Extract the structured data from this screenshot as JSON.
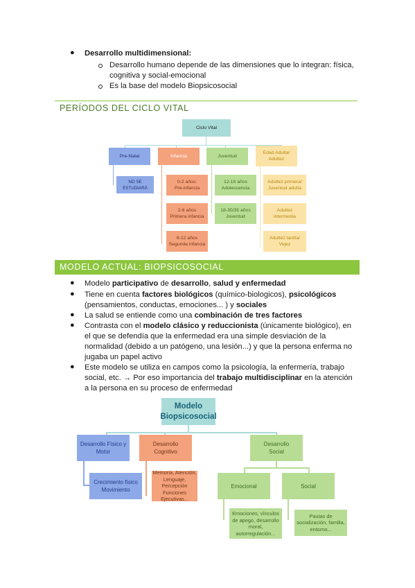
{
  "intro": {
    "bullet_title": "Desarrollo multidimensional:",
    "sub1_l1": "Desarrollo humano depende de las dimensiones que lo integran: física,",
    "sub1_l2": "cognitiva y social-emocional",
    "sub2": "Es la base del modelo Biopsicosocial"
  },
  "periodos": {
    "heading": "PERÍODOS DEL CICLO VITAL",
    "root": "Ciclo Vital",
    "prenatal": "Pre-Natal",
    "no_se": "NO SE ESTUDIARÁ",
    "infancia": "Infancia",
    "inf1_a": "0-2 años:",
    "inf1_b": "Pre-infancia",
    "inf2_a": "2-6 años",
    "inf2_b": "Primera infancia",
    "inf3_a": "6-12 años",
    "inf3_b": "Segunda infancia",
    "juventud": "Juventud",
    "juv1_a": "12-18 años",
    "juv1_b": "Adolescencia",
    "juv2_a": "18-30/35 años",
    "juv2_b": "Juventud",
    "adulta_a": "Edad Adulta/",
    "adulta_b": "Adultez",
    "ad1_a": "Adultez primera/",
    "ad1_b": "Juventud adulta",
    "ad2_a": "Adultez",
    "ad2_b": "intermedia",
    "ad3_a": "Adultez tardía/",
    "ad3_b": "Vejez"
  },
  "modelo": {
    "heading": "MODELO ACTUAL: BIOPSICOSOCIAL",
    "b1": {
      "t1": "Modelo ",
      "b1": "participativo",
      "t2": " de ",
      "b2": "desarrollo",
      "t3": ", ",
      "b3": "salud y enfermedad"
    },
    "b2": {
      "t1": "Tiene en cuenta ",
      "b1": "factores biológicos",
      "t2": " (químico-biologicos), ",
      "b2": "psicológicos",
      "l2_t1": "(pensamientos, conductas, emociones... ) y ",
      "l2_b1": "sociales"
    },
    "b3": {
      "t1": "La salud se entiende como una ",
      "b1": "combinación de tres factores"
    },
    "b4": {
      "t1": "Contrasta con el ",
      "b1": "modelo clásico y reduccionista",
      "t2": " (únicamente biológico), en",
      "l2": "el que se defendía que la enfermedad era una simple desviación de la",
      "l3": "normalidad (debido a un patógeno, una lesión...) y que la persona enferma no",
      "l4": "jugaba un papel activo"
    },
    "b5": {
      "l1": "Este modelo se utiliza en campos como la psicología, la enfermería, trabajo",
      "l2_t1": "social, etc. → Por eso importancia del ",
      "l2_b1": "trabajo multidisciplinar",
      "l2_t2": " en la atención",
      "l3": "a la persona en su proceso de enfermedad"
    }
  },
  "bps": {
    "root_a": "Modelo",
    "root_b": "Biopsicosocial",
    "fisico_a": "Desarrollo Físico y",
    "fisico_b": "Motor",
    "crec_a": "Crecimiento físico",
    "crec_b": "Movimiento",
    "cogn_a": "Desarrollo",
    "cogn_b": "Cognitivo",
    "mem_a": "Memoria, Atención,",
    "mem_b": "Lenguaje, Percepción",
    "func_a": "Funciones",
    "func_b": "Ejecutivas...",
    "soc_a": "Desarrollo",
    "soc_b": "Social",
    "emocional": "Emocional",
    "social": "Social",
    "emo_a": "Emociones, vínculos",
    "emo_b": "de apego, desarrollo",
    "emo_c": "moral,",
    "emo_d": "autorregulación...",
    "pau_a": "Pautas de",
    "pau_b": "socialización, familia,",
    "pau_c": "entorno..."
  },
  "colors": {
    "green_accent": "#8cc63f",
    "blue": "#8ea9e8",
    "orange": "#f4a27c",
    "green_soft": "#b7dd95",
    "teal": "#a9dcd9",
    "yellow": "#fbe2a6"
  }
}
